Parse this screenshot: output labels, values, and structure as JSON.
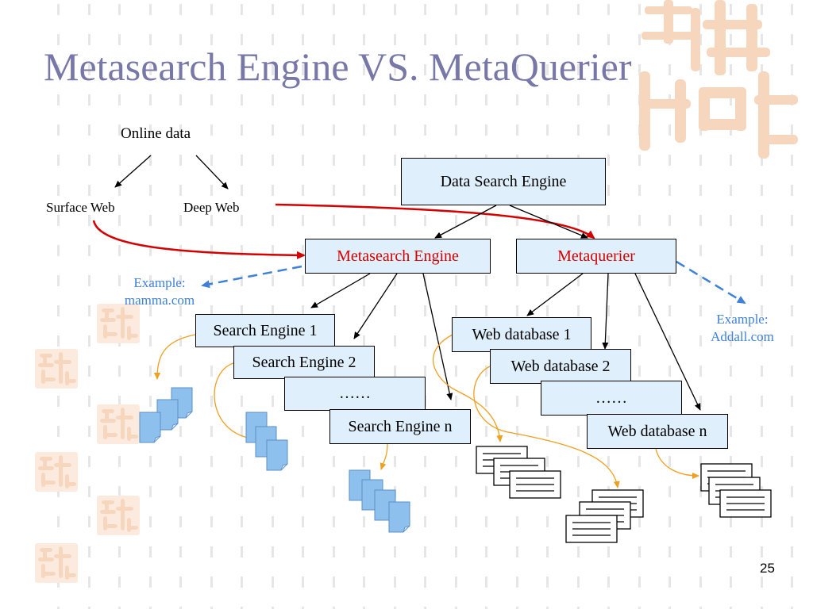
{
  "title": "Metasearch Engine VS. MetaQuerier",
  "online_data": "Online data",
  "surface_web": "Surface Web",
  "deep_web": "Deep Web",
  "data_search_engine": "Data Search Engine",
  "metasearch_engine": "Metasearch Engine",
  "metaquerier": "Metaquerier",
  "example_left": {
    "line1": "Example:",
    "line2": "mamma.com"
  },
  "example_right": {
    "line1": "Example:",
    "line2": "Addall.com"
  },
  "search_engines": [
    "Search Engine 1",
    "Search Engine 2",
    "……",
    "Search Engine n"
  ],
  "web_databases": [
    "Web database 1",
    "Web database 2",
    "……",
    "Web database n"
  ],
  "page_number": "25",
  "colors": {
    "title": "#7878a8",
    "box_fill": "#dff0fc",
    "red": "#d40000",
    "blue": "#3f80d8",
    "orange": "#f0a020",
    "doc_blue": "#8ec0ee"
  }
}
